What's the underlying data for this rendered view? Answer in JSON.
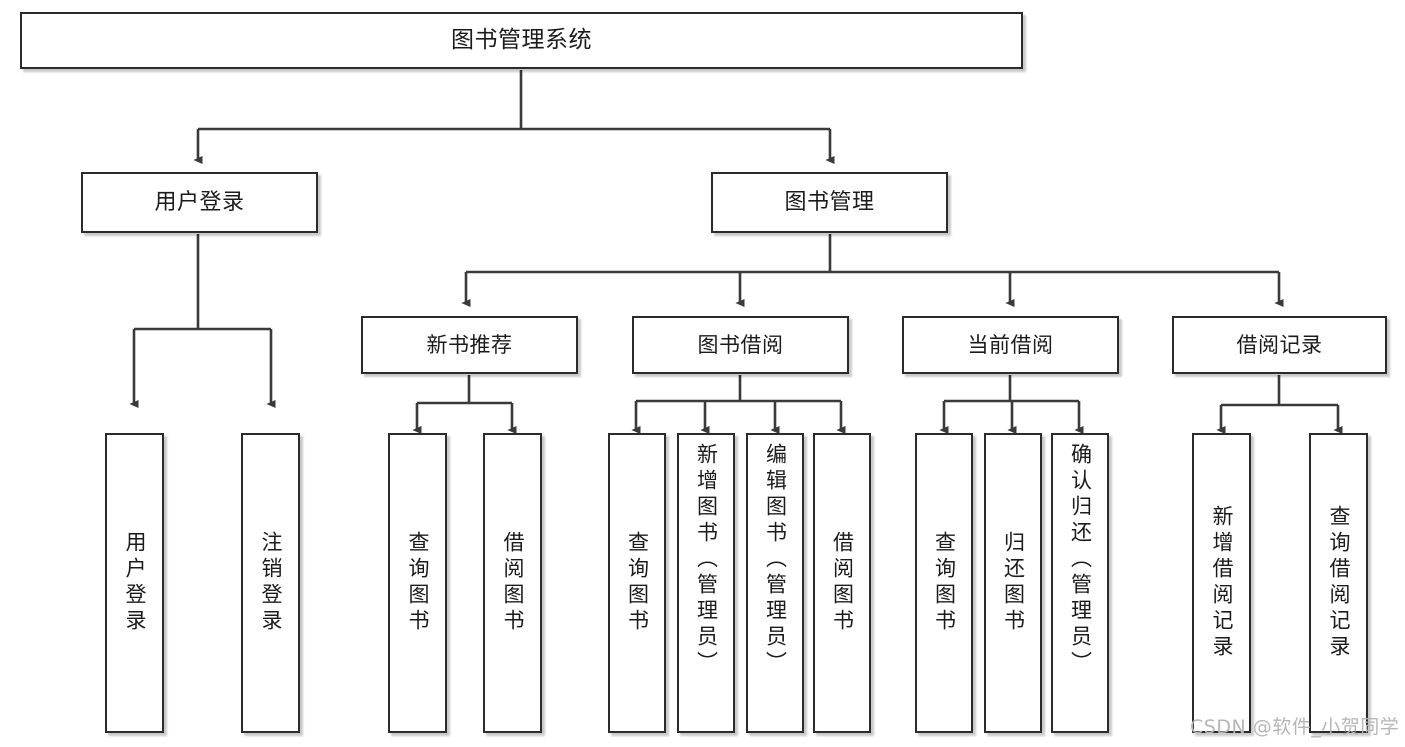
{
  "diagram": {
    "title": "图书管理系统",
    "type": "tree-hierarchy",
    "colors": {
      "box_border": "#2b2b2b",
      "box_fill": "#ffffff",
      "connector": "#3a3a3a",
      "text": "#1b1b1b",
      "watermark": "#b6b6b6",
      "background": "#ffffff"
    },
    "nodes": {
      "root": {
        "label": "图书管理系统"
      },
      "level1": [
        {
          "label": "用户登录"
        },
        {
          "label": "图书管理"
        }
      ],
      "level2": [
        {
          "label": "新书推荐"
        },
        {
          "label": "图书借阅"
        },
        {
          "label": "当前借阅"
        },
        {
          "label": "借阅记录"
        }
      ],
      "leaves": {
        "user_login": [
          {
            "label": "用户登录"
          },
          {
            "label": "注销登录"
          }
        ],
        "new_book": [
          {
            "label": "查询图书"
          },
          {
            "label": "借阅图书"
          }
        ],
        "book_borrow": [
          {
            "label": "查询图书"
          },
          {
            "label": "新增图书（管理员）"
          },
          {
            "label": "编辑图书（管理员）"
          },
          {
            "label": "借阅图书"
          }
        ],
        "current_borrow": [
          {
            "label": "查询图书"
          },
          {
            "label": "归还图书"
          },
          {
            "label": "确认归还（管理员）"
          }
        ],
        "borrow_record": [
          {
            "label": "新增借阅记录"
          },
          {
            "label": "查询借阅记录"
          }
        ]
      }
    },
    "watermark": "CSDN @软件_小贺同学"
  }
}
